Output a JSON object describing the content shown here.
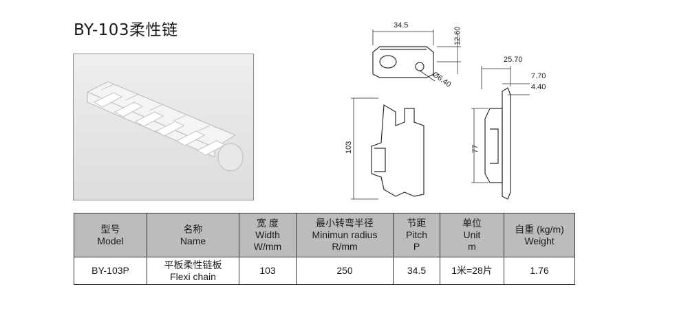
{
  "title": "BY-103柔性链",
  "drawing": {
    "dim_top_width": "34.5",
    "dim_top_height": "12.60",
    "dim_hole": "Ø6.40",
    "dim_height_front": "103",
    "dim_side_25": "25.70",
    "dim_side_7": "7.70",
    "dim_side_4": "4.40",
    "dim_height_side": "77"
  },
  "table": {
    "headers": [
      {
        "zh": "型号",
        "en": "Model",
        "extra": ""
      },
      {
        "zh": "名称",
        "en": "Name",
        "extra": ""
      },
      {
        "zh": "宽 度",
        "en": "Width",
        "extra": "W/mm"
      },
      {
        "zh": "最小转弯半径",
        "en": "Minimun radius",
        "extra": "R/mm"
      },
      {
        "zh": "节距",
        "en": "Pitch",
        "extra": "P"
      },
      {
        "zh": "单位",
        "en": "Unit",
        "extra": "m"
      },
      {
        "zh": "自重  (kg/m)",
        "en": "Weight",
        "extra": ""
      }
    ],
    "row": {
      "model": "BY-103P",
      "name_zh": "平板柔性链板",
      "name_en": "Flexi chain",
      "width": "103",
      "radius": "250",
      "pitch": "34.5",
      "unit": "1米=28片",
      "weight": "1.76"
    }
  }
}
